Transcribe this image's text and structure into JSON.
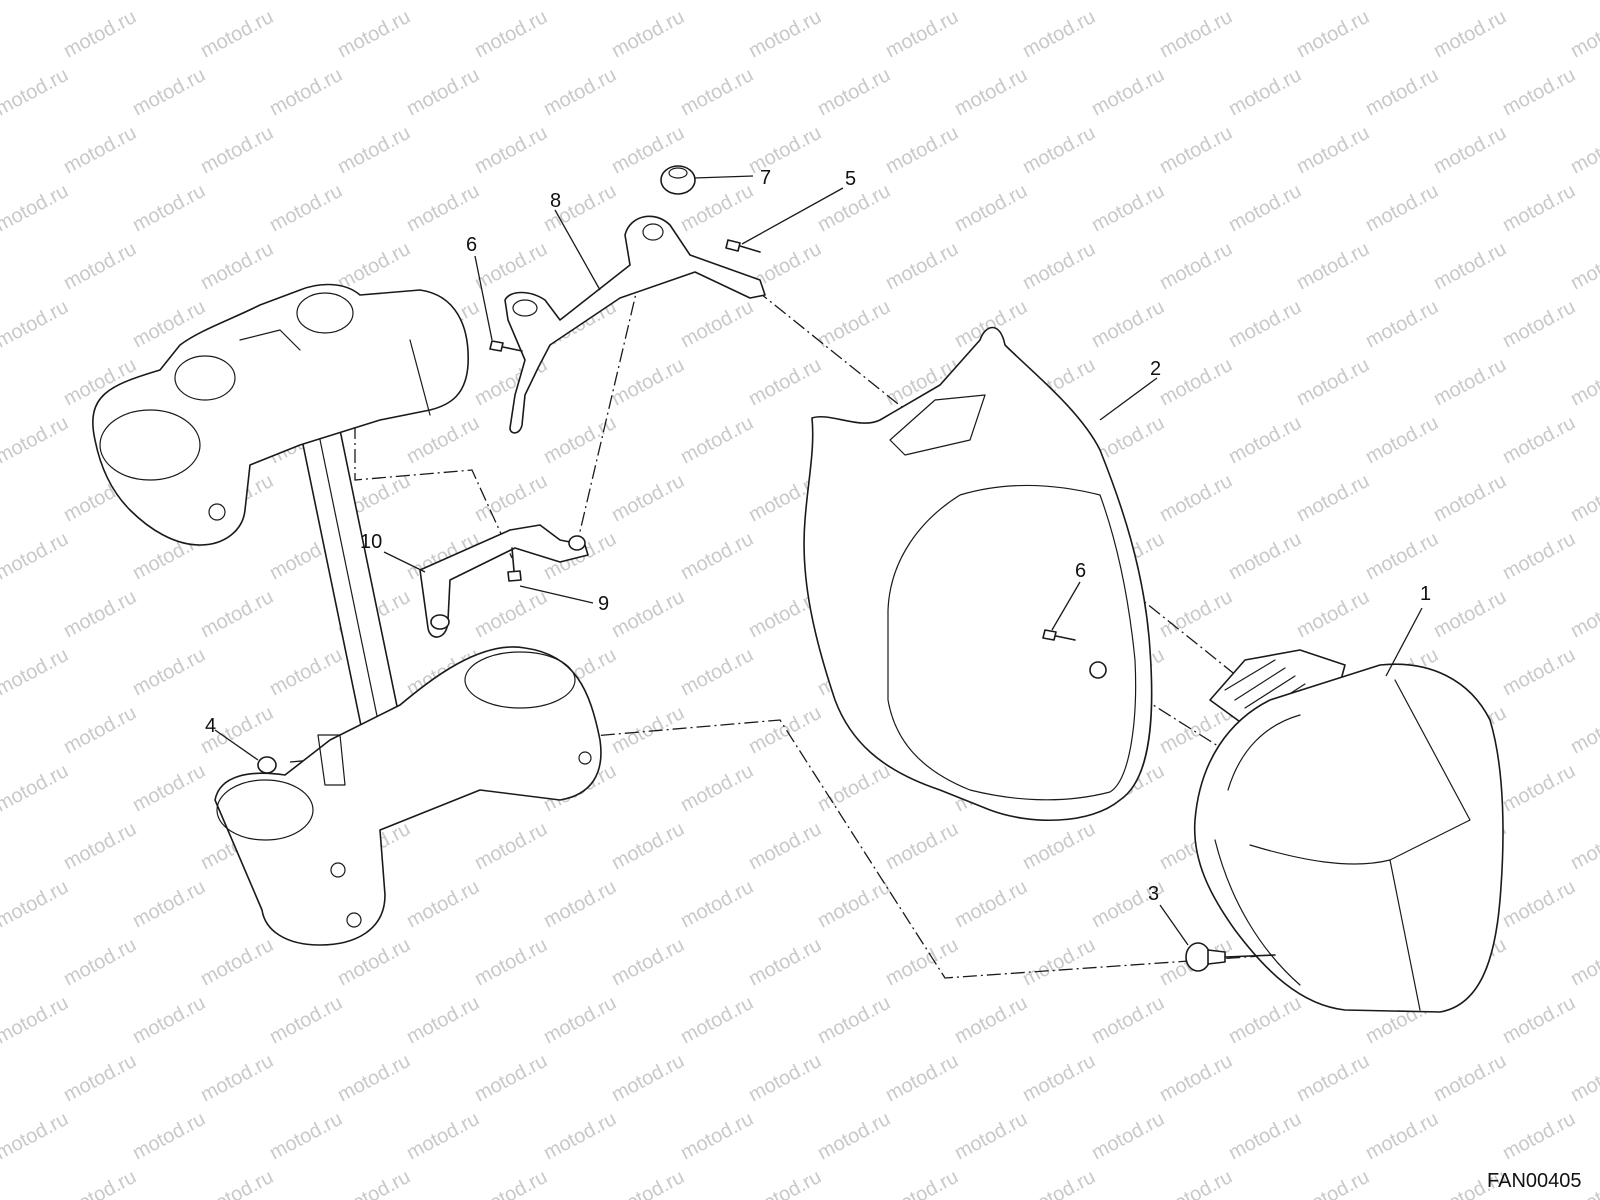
{
  "watermark": {
    "text": "motod.ru"
  },
  "callouts": [
    {
      "id": "1",
      "label": "1"
    },
    {
      "id": "2",
      "label": "2"
    },
    {
      "id": "3",
      "label": "3"
    },
    {
      "id": "4",
      "label": "4"
    },
    {
      "id": "5",
      "label": "5"
    },
    {
      "id": "6a",
      "label": "6"
    },
    {
      "id": "6b",
      "label": "6"
    },
    {
      "id": "7",
      "label": "7"
    },
    {
      "id": "8",
      "label": "8"
    },
    {
      "id": "9",
      "label": "9"
    },
    {
      "id": "10",
      "label": "10"
    }
  ],
  "drawing_code": "FAN00405",
  "colors": {
    "line": "#1a1a1a",
    "watermark": "#c9c9c9",
    "background": "#ffffff"
  }
}
